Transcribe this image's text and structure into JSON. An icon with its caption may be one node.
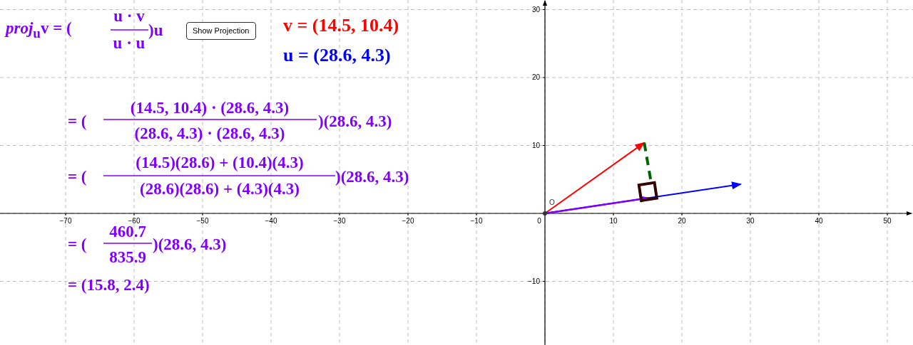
{
  "diagram": {
    "labels": [
      "*proj*$_{u}$v = (",
      "u · v",
      "u · u",
      ")u",
      "Show Projection",
      "v = (14.5, 10.4)",
      "u = (28.6, 4.3)",
      "= (",
      "(14.5, 10.4) · (28.6, 4.3)",
      "(28.6, 4.3) · (28.6, 4.3)",
      ")(28.6, 4.3)",
      "= (",
      "(14.5)(28.6) + (10.4)(4.3)",
      "(28.6)(28.6) + (4.3)(4.3)",
      ")(28.6, 4.3)",
      "= (",
      "460.7",
      "835.9",
      ")(28.6, 4.3)",
      "= (15.8, 2.4)",
      "30",
      "20",
      "10",
      "−70",
      "−60",
      "−50",
      "−40",
      "−30",
      "−20",
      "−10",
      "0",
      "10",
      "20",
      "30",
      "40",
      "50",
      "−10",
      "O"
    ]
  }
}
